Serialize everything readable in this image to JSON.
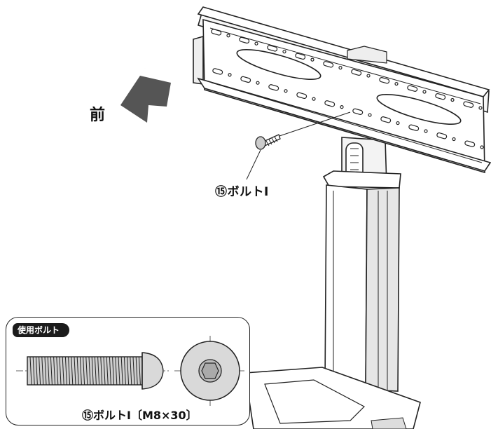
{
  "labels": {
    "front": "前",
    "bolt_callout": "⑮ボルトI",
    "detail_badge": "使用ボルト",
    "detail_caption": "⑮ボルトI〔M8×30〕"
  },
  "colors": {
    "line": "#222222",
    "fill_light": "#ffffff",
    "fill_gray": "#d7d7d7",
    "badge_bg": "#1b1b1b"
  },
  "icons": {
    "arrow": "front-direction-arrow"
  }
}
